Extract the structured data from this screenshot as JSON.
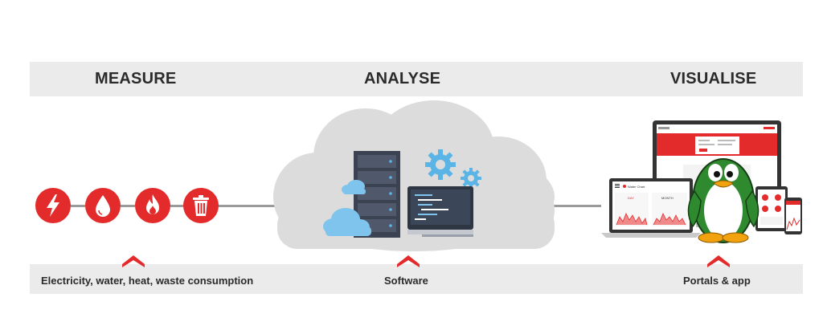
{
  "stages": [
    {
      "title": "MEASURE",
      "caption": "Electricity, water, heat, waste consumption"
    },
    {
      "title": "ANALYSE",
      "caption": "Software"
    },
    {
      "title": "VISUALISE",
      "caption": "Portals & app"
    }
  ],
  "meters": [
    {
      "icon": "lightning-bolt-icon"
    },
    {
      "icon": "water-drop-icon"
    },
    {
      "icon": "flame-icon"
    },
    {
      "icon": "trash-bin-icon"
    }
  ],
  "devices": {
    "laptop_brand": "Water Chart",
    "laptop_tabs": [
      "DAY",
      "MONTH"
    ]
  },
  "colors": {
    "accent": "#e32b2b",
    "band": "#ebebeb",
    "text": "#2b2b2b",
    "cloud": "#dcdcdc",
    "gear": "#5ab4e6"
  }
}
